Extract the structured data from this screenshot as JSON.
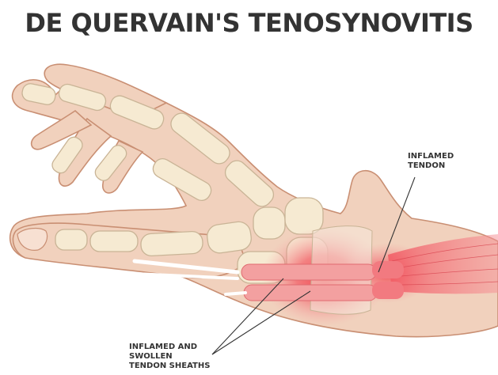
{
  "title": "DE QUERVAIN'S TENOSYNOVITIS",
  "labels": {
    "inflamed_tendon": [
      "INFLAMED",
      "TENDON"
    ],
    "inflamed_sheaths": [
      "INFLAMED AND",
      "SWOLLEN",
      "TENDON SHEATHS"
    ]
  },
  "colors": {
    "skin": "#f1d1bd",
    "skin_outline": "#c98f73",
    "bone": "#f6ead2",
    "bone_outline": "#c9b496",
    "inflammation": "#f2404a",
    "tendon": "#f3a0a0",
    "text": "#333333"
  }
}
